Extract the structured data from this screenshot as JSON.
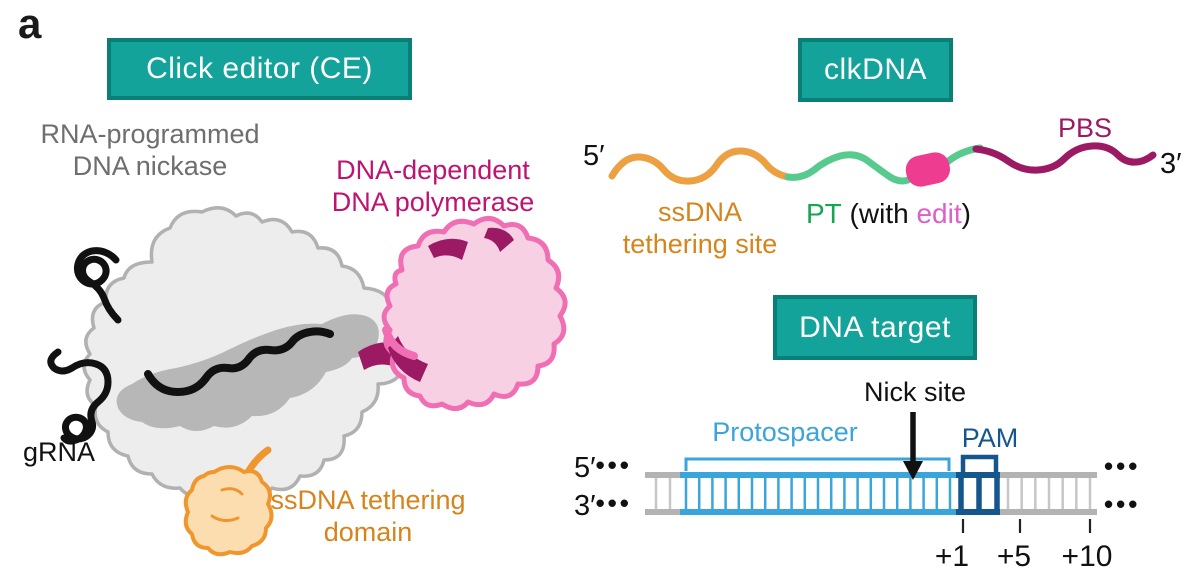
{
  "panel_label": "a",
  "colors": {
    "teal": "#14a39a",
    "teal_border": "#0b7e76",
    "gray_text": "#6e6e6e",
    "magenta": "#bf1372",
    "dark_magenta": "#9b1a63",
    "orange_text": "#d6841c",
    "strand_orange": "#eda041",
    "blob_orange_fill": "#fcddb0",
    "blob_orange_stroke": "#f0962e",
    "strand_green": "#57cb8d",
    "pt_green": "#17a551",
    "edit_pink": "#ee3d90",
    "edit_text_pink": "#de5fc8",
    "pink_fill": "#f8d0e4",
    "pink_stroke": "#ef6eb4",
    "protospacer_blue": "#3aa5da",
    "pam_blue": "#15568d",
    "strand_gray": "#b3b3b3",
    "rung_gray": "#c6c6c6",
    "body_gray": "#ededed",
    "body_stroke": "#b1b1b1",
    "inner_gray": "#b7b7b7"
  },
  "click_editor": {
    "title": "Click editor (CE)",
    "nickase_label": "RNA-programmed\nDNA nickase",
    "polymerase_label": "DNA-dependent\nDNA polymerase",
    "grna_label": "gRNA",
    "tethering_domain_label": "ssDNA tethering\ndomain"
  },
  "clkdna": {
    "title": "clkDNA",
    "five_prime": "5′",
    "three_prime": "3′",
    "tethering_site_label": "ssDNA\ntethering site",
    "pt_label": "PT",
    "pt_mid": " (with ",
    "edit_label": "edit",
    "pt_end": ")",
    "pbs_label": "PBS"
  },
  "dna_target": {
    "title": "DNA target",
    "nick_site_label": "Nick site",
    "protospacer_label": "Protospacer",
    "pam_label": "PAM",
    "five_prime": "5′",
    "three_prime": "3′",
    "left_dots": "•••",
    "right_dots": "•••",
    "position_labels": [
      "+1",
      "+5",
      "+10"
    ]
  }
}
